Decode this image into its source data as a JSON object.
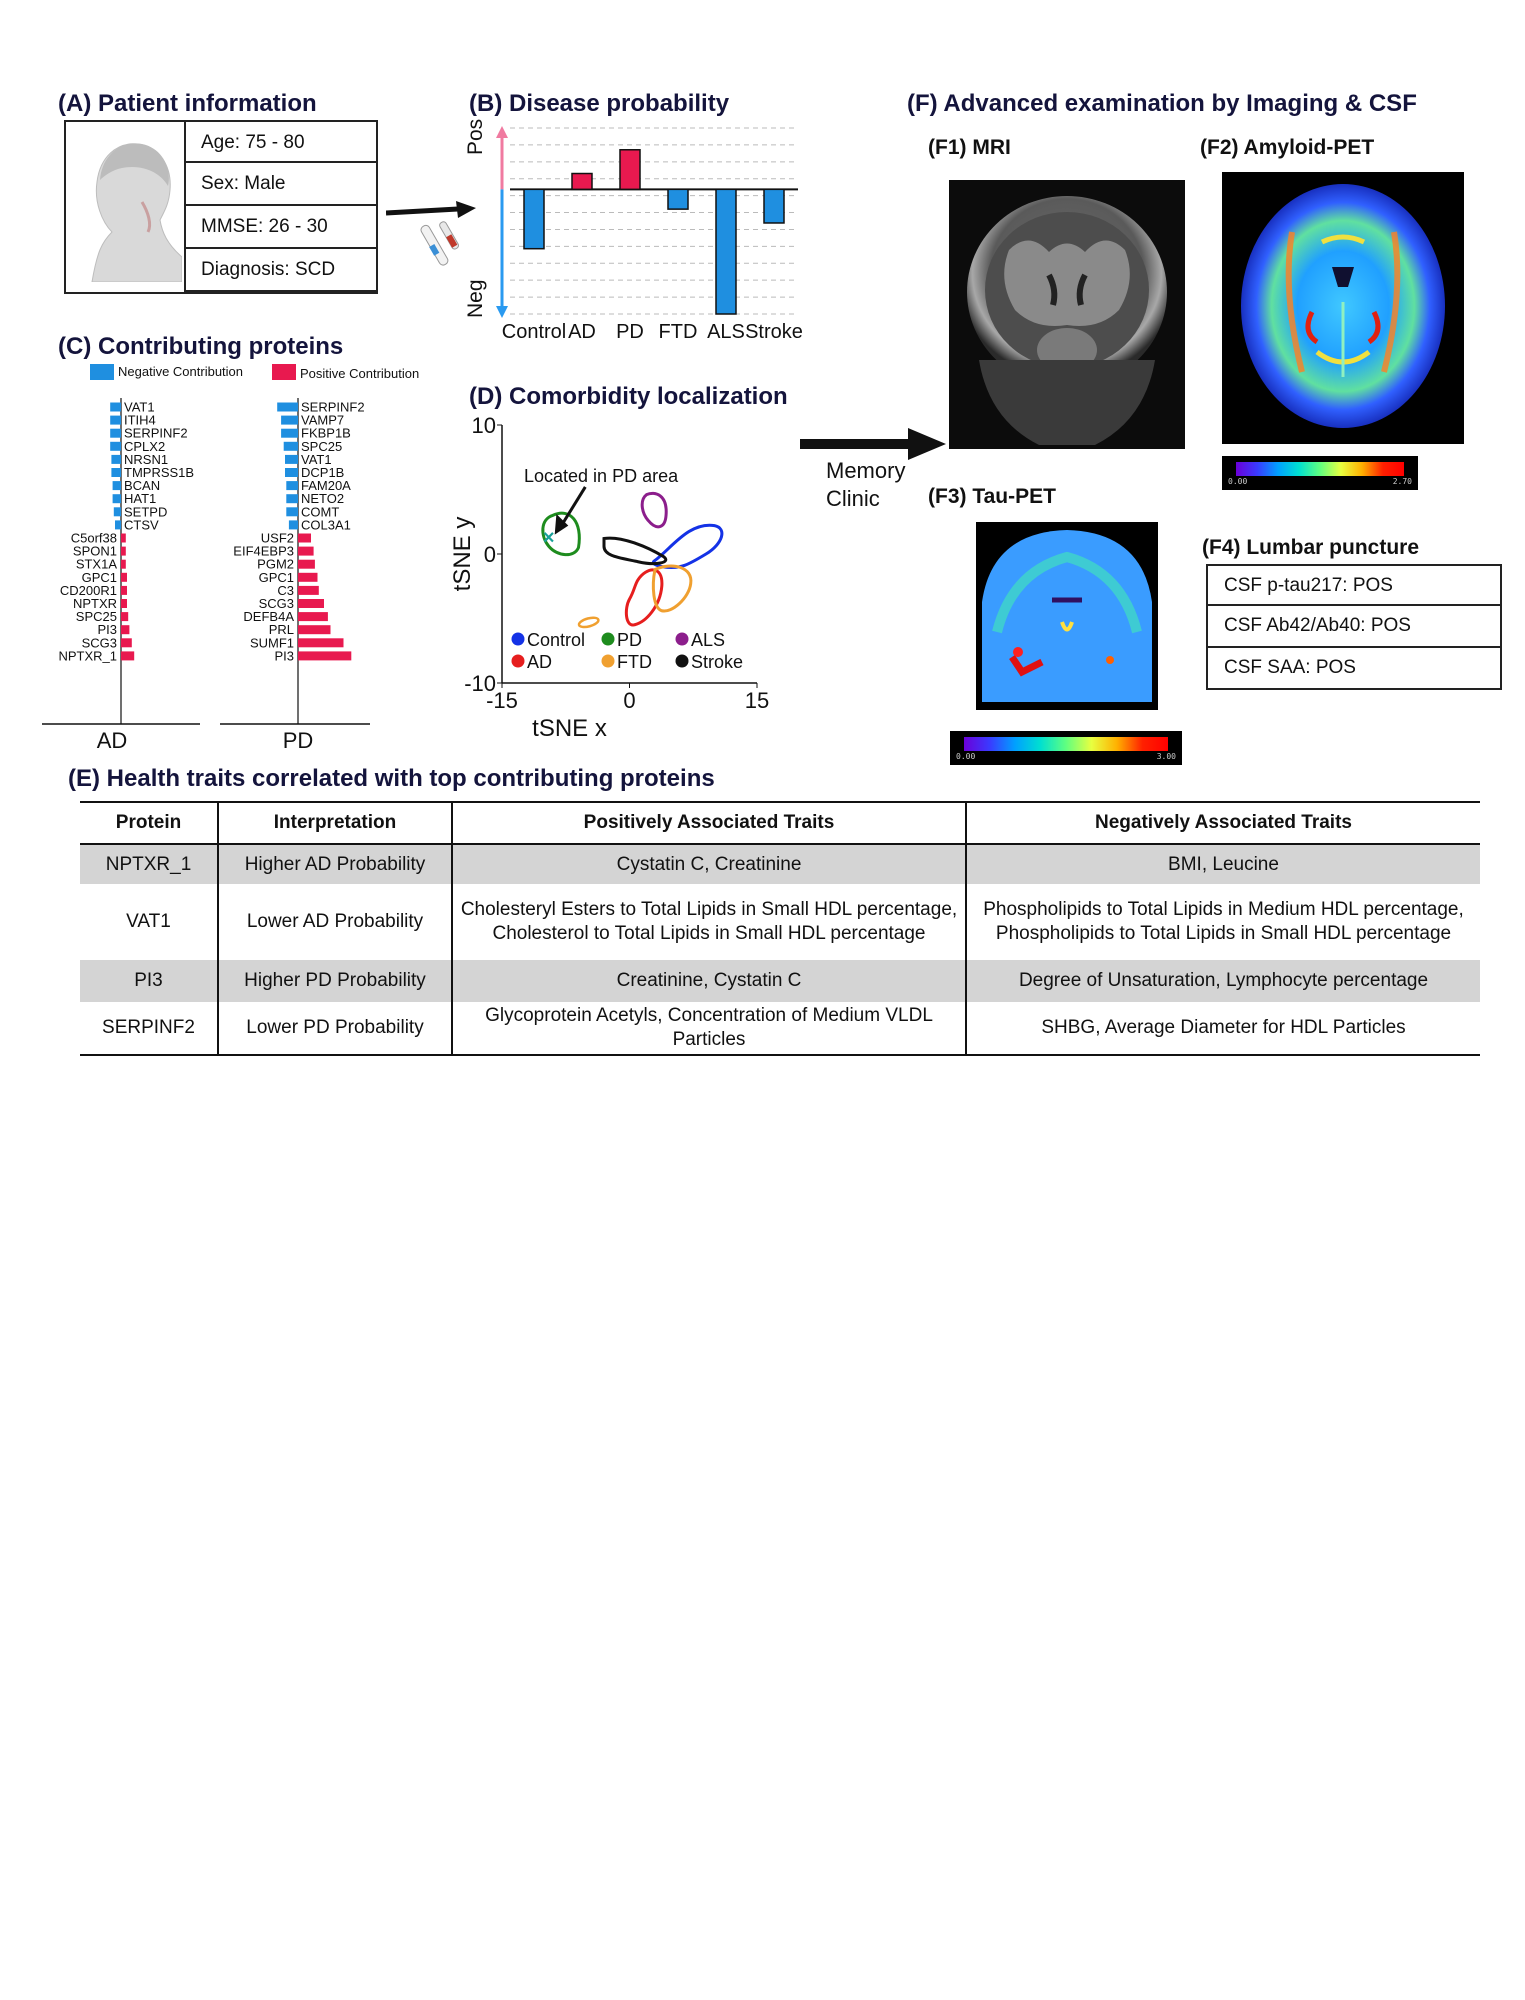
{
  "panelA": {
    "title": "(A) Patient information",
    "rows": [
      "Age: 75 - 80",
      "Sex: Male",
      "MMSE: 26 - 30",
      "Diagnosis: SCD"
    ]
  },
  "panelB": {
    "title": "(B) Disease probability",
    "pos_label": "Pos",
    "neg_label": "Neg",
    "colors": {
      "positive": "#e8194f",
      "negative": "#1f8fe0"
    }
  },
  "chart_data": [
    {
      "type": "bar",
      "categories": [
        "Control",
        "AD",
        "PD",
        "FTD",
        "ALS",
        "Stroke"
      ],
      "values": [
        -3.0,
        0.8,
        2.0,
        -1.0,
        -6.3,
        -1.7
      ],
      "ylim": [
        -6.3,
        3.1
      ]
    },
    {
      "type": "bar",
      "orientation": "horizontal",
      "xlabel": "AD",
      "legend": [
        "Negative Contribution",
        "Positive Contribution"
      ],
      "categories": [
        "VAT1",
        "ITIH4",
        "SERPINF2",
        "CPLX2",
        "NRSN1",
        "TMPRSS1B",
        "BCAN",
        "HAT1",
        "SETPD",
        "CTSV",
        "C5orf38",
        "SPON1",
        "STX1A",
        "GPC1",
        "CD200R1",
        "NPTXR",
        "SPC25",
        "PI3",
        "SCG3",
        "NPTXR_1"
      ],
      "values": [
        -0.9,
        -0.9,
        -0.9,
        -0.9,
        -0.8,
        -0.8,
        -0.7,
        -0.7,
        -0.6,
        -0.5,
        0.4,
        0.4,
        0.4,
        0.5,
        0.5,
        0.5,
        0.6,
        0.7,
        0.9,
        1.1
      ]
    },
    {
      "type": "bar",
      "orientation": "horizontal",
      "xlabel": "PD",
      "categories": [
        "SERPINF2",
        "VAMP7",
        "FKBP1B",
        "SPC25",
        "VAT1",
        "DCP1B",
        "FAM20A",
        "NETO2",
        "COMT",
        "COL3A1",
        "USF2",
        "EIF4EBP3",
        "PGM2",
        "GPC1",
        "C3",
        "SCG3",
        "DEFB4A",
        "PRL",
        "SUMF1",
        "PI3"
      ],
      "values": [
        -1.6,
        -1.3,
        -1.3,
        -1.1,
        -1.0,
        -1.0,
        -0.9,
        -0.9,
        -0.9,
        -0.7,
        1.0,
        1.2,
        1.3,
        1.5,
        1.6,
        2.0,
        2.3,
        2.5,
        3.5,
        4.1
      ]
    },
    {
      "type": "scatter",
      "xlabel": "tSNE x",
      "ylabel": "tSNE y",
      "xlim": [
        -15,
        15
      ],
      "ylim": [
        -10,
        10
      ],
      "legend": [
        "Control",
        "PD",
        "ALS",
        "AD",
        "FTD",
        "Stroke"
      ],
      "annotation": "Located in PD area",
      "patient_point": {
        "x": -9.5,
        "y": 1.3
      }
    }
  ],
  "panelC": {
    "title": "(C) Contributing proteins",
    "legend_neg": "Negative Contribution",
    "legend_pos": "Positive Contribution"
  },
  "panelD": {
    "title": "(D) Comorbidity localization",
    "annotation": "Located in PD area",
    "xlabel": "tSNE x",
    "ylabel": "tSNE y",
    "xticks": [
      "-15",
      "0",
      "15"
    ],
    "yticks": [
      "10",
      "0",
      "-10"
    ],
    "legend": [
      {
        "label": "Control",
        "color": "#1432e6"
      },
      {
        "label": "PD",
        "color": "#1e8c1e"
      },
      {
        "label": "ALS",
        "color": "#8c1e8c"
      },
      {
        "label": "AD",
        "color": "#e61e1e"
      },
      {
        "label": "FTD",
        "color": "#f0a030"
      },
      {
        "label": "Stroke",
        "color": "#111111"
      }
    ]
  },
  "memory_clinic": [
    "Memory",
    "Clinic"
  ],
  "panelF": {
    "title": "(F) Advanced examination by Imaging & CSF",
    "f1": "(F1) MRI",
    "f2": "(F2) Amyloid-PET",
    "f3": "(F3) Tau-PET",
    "f4": "(F4) Lumbar puncture",
    "amyloid_scale": [
      "0.00",
      "2.70"
    ],
    "tau_scale": [
      "0.00",
      "3.00"
    ],
    "csf": [
      "CSF p-tau217: POS",
      "CSF Ab42/Ab40: POS",
      "CSF SAA: POS"
    ]
  },
  "panelE": {
    "title": "(E) Health traits correlated with top contributing proteins",
    "headers": [
      "Protein",
      "Interpretation",
      "Positively Associated Traits",
      "Negatively Associated Traits"
    ],
    "rows": [
      [
        "NPTXR_1",
        "Higher AD Probability",
        "Cystatin C, Creatinine",
        "BMI, Leucine"
      ],
      [
        "VAT1",
        "Lower AD Probability",
        "Cholesteryl Esters to Total Lipids in Small HDL percentage, Cholesterol to Total Lipids in Small HDL percentage",
        "Phospholipids to Total Lipids in Medium HDL percentage, Phospholipids to Total Lipids in Small HDL percentage"
      ],
      [
        "PI3",
        "Higher PD Probability",
        "Creatinine, Cystatin C",
        "Degree of Unsaturation, Lymphocyte percentage"
      ],
      [
        "SERPINF2",
        "Lower PD Probability",
        "Glycoprotein Acetyls, Concentration of Medium VLDL Particles",
        "SHBG, Average Diameter for HDL Particles"
      ]
    ]
  }
}
